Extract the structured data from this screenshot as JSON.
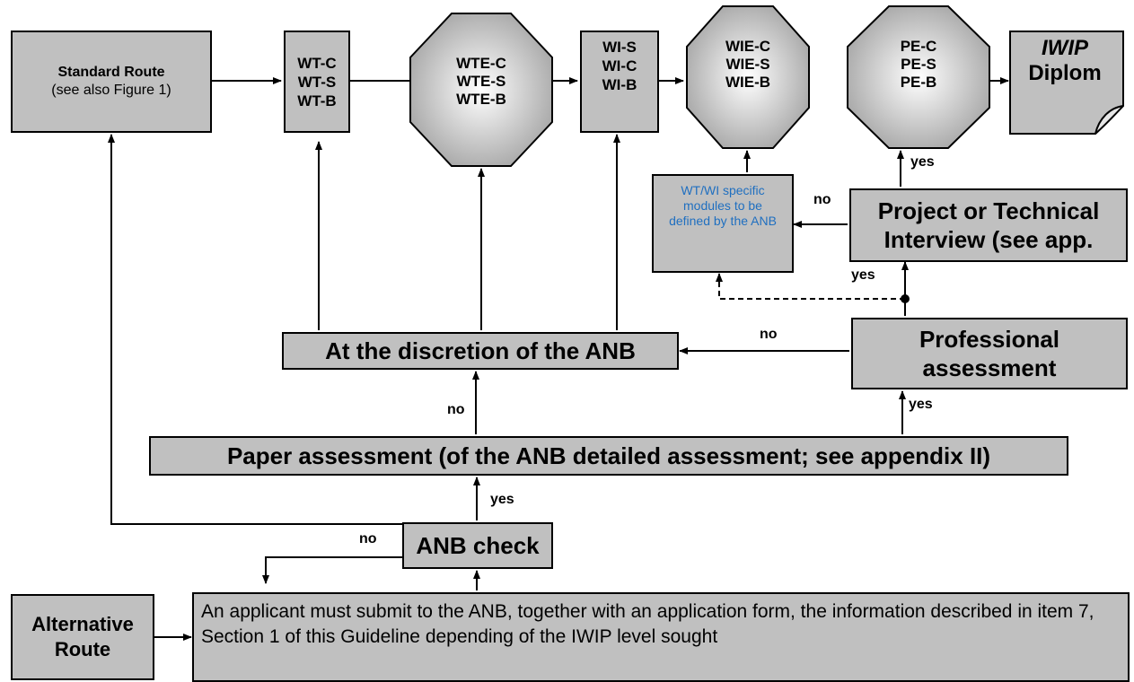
{
  "standard_route": {
    "title": "Standard Route",
    "subtitle": "(see also Figure 1)"
  },
  "wt_box": [
    "WT-C",
    "WT-S",
    "WT-B"
  ],
  "wte_oct": [
    "WTE-C",
    "WTE-S",
    "WTE-B"
  ],
  "wi_box": [
    "WI-S",
    "WI-C",
    "WI-B"
  ],
  "wie_oct": [
    "WIE-C",
    "WIE-S",
    "WIE-B"
  ],
  "pe_oct": [
    "PE-C",
    "PE-S",
    "PE-B"
  ],
  "diploma": {
    "line1": "IWIP",
    "line2": "Diplom"
  },
  "wt_wi_specific": "WT/WI specific modules to be defined by the ANB",
  "project_interview": {
    "line1": "Project or Technical",
    "line2": "Interview (see app."
  },
  "discretion": "At the discretion of the ANB",
  "professional_assessment": {
    "line1": "Professional",
    "line2": "assessment"
  },
  "paper_assessment": "Paper assessment (of the ANB detailed assessment; see appendix II)",
  "anb_check": "ANB check",
  "alternative_route": {
    "line1": "Alternative",
    "line2": "Route"
  },
  "application_text": "An applicant must submit to the ANB, together with an application form, the information described in item 7, Section 1 of this Guideline depending of the IWIP level sought",
  "labels": {
    "yes_pe": "yes",
    "no_project": "no",
    "yes_interview": "yes",
    "no_professional": "no",
    "no_paper": "no",
    "yes_paper": "yes",
    "yes_anb": "yes",
    "no_anb": "no"
  },
  "colors": {
    "box_fill": "#c0c0c0",
    "octagon_gradient_center": "#ffffff",
    "octagon_gradient_edge": "#a8a8a8",
    "link_text": "#1f6fc0"
  }
}
